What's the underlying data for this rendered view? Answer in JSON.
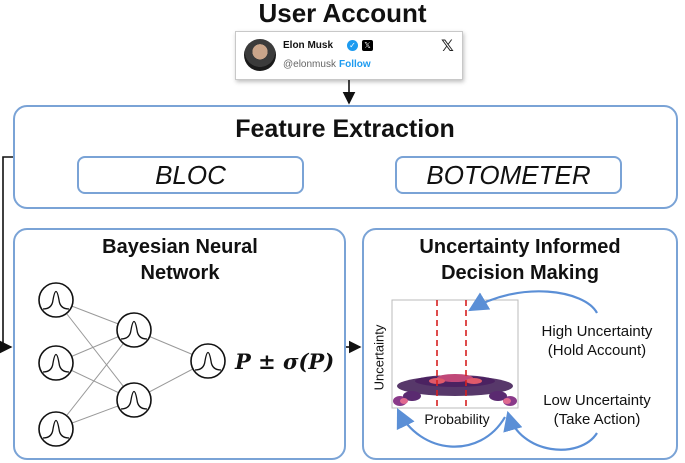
{
  "header": {
    "title": "User Account"
  },
  "profile_card": {
    "name": "Elon Musk",
    "handle": "@elonmusk",
    "follow_label": "Follow",
    "platform_icon": "x-logo-icon",
    "verified_icon": "verified-badge-icon"
  },
  "feature_extraction": {
    "title": "Feature Extraction",
    "methods": [
      "BLOC",
      "BOTOMETER"
    ]
  },
  "bnn": {
    "title_line1": "Bayesian Neural",
    "title_line2": "Network",
    "output_formula": "P ± σ(P)",
    "node_icon": "gaussian-curve-icon"
  },
  "decision": {
    "title_line1": "Uncertainty Informed",
    "title_line2": "Decision Making",
    "high_line1": "High Uncertainty",
    "high_line2": "(Hold Account)",
    "low_line1": "Low Uncertainty",
    "low_line2": "(Take Action)"
  },
  "plot": {
    "xlabel": "Probability",
    "ylabel": "Uncertainty"
  },
  "colors": {
    "box_border": "#7aa3d6",
    "arrow_blue": "#5b8fd6",
    "threshold_red": "#d62020",
    "density": "#3a1550"
  }
}
